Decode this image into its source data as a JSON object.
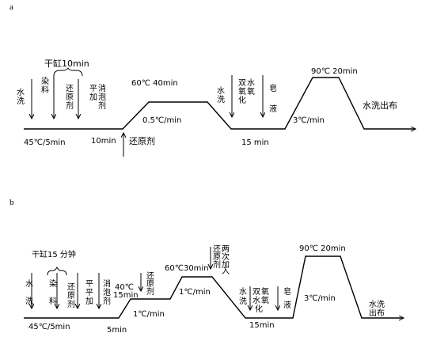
{
  "panel_a": {
    "label": "a",
    "dye_bath": "干缸10min",
    "water_wash": [
      "水",
      "洗"
    ],
    "dye": [
      "染",
      "料"
    ],
    "reducing_agent": [
      "还",
      "原",
      "剂"
    ],
    "leveling_agent": [
      "平",
      "加"
    ],
    "defoamer": [
      "消",
      "泡",
      "剂"
    ],
    "temp_start": "45℃/5min",
    "hold_10min": "10min",
    "add_reducer": "还原剂",
    "heat_rate": "0.5℃/min",
    "hold_60": "60℃  40min",
    "rinse": [
      "水",
      "洗"
    ],
    "peroxide": [
      "双",
      "氧",
      "水",
      "氧",
      "化"
    ],
    "soap": [
      "皂",
      "液"
    ],
    "hold_15": "15 min",
    "heat_rate_2": "3℃/min",
    "hold_90": "90℃  20min",
    "final": "水洗出布"
  },
  "panel_b": {
    "label": "b",
    "dye_bath": "干缸15 分钟",
    "water_wash": [
      "水",
      "洗"
    ],
    "dye": [
      "染",
      "料"
    ],
    "reducing_agent": [
      "还",
      "原",
      "剂"
    ],
    "leveling_agent": [
      "平",
      "平",
      "加"
    ],
    "defoamer": [
      "消",
      "泡",
      "剂"
    ],
    "temp_start": "45℃/5min",
    "hold_5min": "5min",
    "rate_1": "1℃/min",
    "hold_40": [
      "40℃",
      "15min"
    ],
    "reducer_2": [
      "还",
      "原",
      "剂"
    ],
    "hold_60": "60℃30min",
    "add_twice": [
      "还",
      "原",
      "剂"
    ],
    "add_twice_2": [
      "两",
      "次",
      "加",
      "入"
    ],
    "rate_2": "1℃/min",
    "rinse": [
      "水",
      "洗"
    ],
    "peroxide": [
      "双",
      "氧",
      "水",
      "氧",
      "化"
    ],
    "soap": [
      "皂",
      "液"
    ],
    "hold_15": "15min",
    "rate_3": "3℃/min",
    "hold_90": "90℃  20min",
    "final": [
      "水洗",
      "出布"
    ]
  }
}
